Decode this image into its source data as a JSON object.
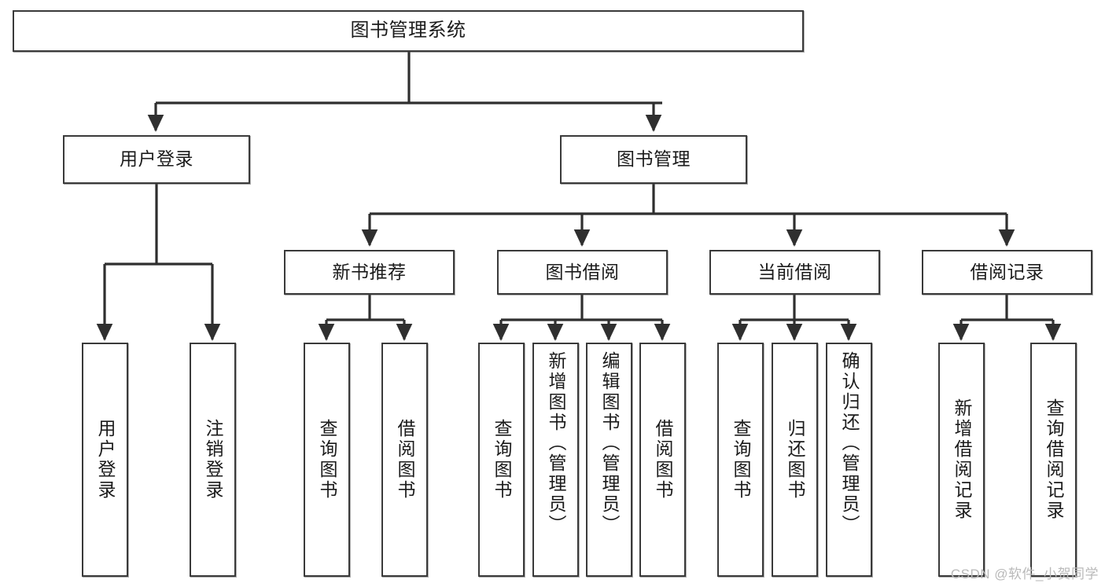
{
  "diagram": {
    "type": "tree",
    "title": "图书管理系统",
    "stroke_color": "#3a3a3a",
    "fill_color": "#ffffff",
    "text_color": "#1b1b1b",
    "root": {
      "id": "root",
      "label": "图书管理系统",
      "orientation": "horizontal"
    },
    "level2": [
      {
        "id": "user-login",
        "label": "用户登录",
        "orientation": "horizontal"
      },
      {
        "id": "book-manage",
        "label": "图书管理",
        "orientation": "horizontal"
      }
    ],
    "level3": [
      {
        "id": "new-book-recommend",
        "label": "新书推荐",
        "orientation": "horizontal",
        "parent": "book-manage"
      },
      {
        "id": "book-borrow",
        "label": "图书借阅",
        "orientation": "horizontal",
        "parent": "book-manage"
      },
      {
        "id": "current-borrow",
        "label": "当前借阅",
        "orientation": "horizontal",
        "parent": "book-manage"
      },
      {
        "id": "borrow-record",
        "label": "借阅记录",
        "orientation": "horizontal",
        "parent": "book-manage"
      }
    ],
    "leaves": [
      {
        "id": "leaf-user-login",
        "label": "用户登录",
        "parent": "user-login"
      },
      {
        "id": "leaf-logout-login",
        "label": "注销登录",
        "parent": "user-login"
      },
      {
        "id": "leaf-query-book-1",
        "label": "查询图书",
        "parent": "new-book-recommend"
      },
      {
        "id": "leaf-borrow-book-1",
        "label": "借阅图书",
        "parent": "new-book-recommend"
      },
      {
        "id": "leaf-query-book-2",
        "label": "查询图书",
        "parent": "book-borrow"
      },
      {
        "id": "leaf-add-book",
        "label": "新增图书（管理员）",
        "parent": "book-borrow"
      },
      {
        "id": "leaf-edit-book",
        "label": "编辑图书（管理员）",
        "parent": "book-borrow"
      },
      {
        "id": "leaf-borrow-book-2",
        "label": "借阅图书",
        "parent": "book-borrow"
      },
      {
        "id": "leaf-query-book-3",
        "label": "查询图书",
        "parent": "current-borrow"
      },
      {
        "id": "leaf-return-book",
        "label": "归还图书",
        "parent": "current-borrow"
      },
      {
        "id": "leaf-confirm-return",
        "label": "确认归还（管理员）",
        "parent": "current-borrow"
      },
      {
        "id": "leaf-add-record",
        "label": "新增借阅记录",
        "parent": "borrow-record"
      },
      {
        "id": "leaf-query-record",
        "label": "查询借阅记录",
        "parent": "borrow-record"
      }
    ]
  },
  "watermark": {
    "text": "CSDN @软件_小贺同学"
  }
}
